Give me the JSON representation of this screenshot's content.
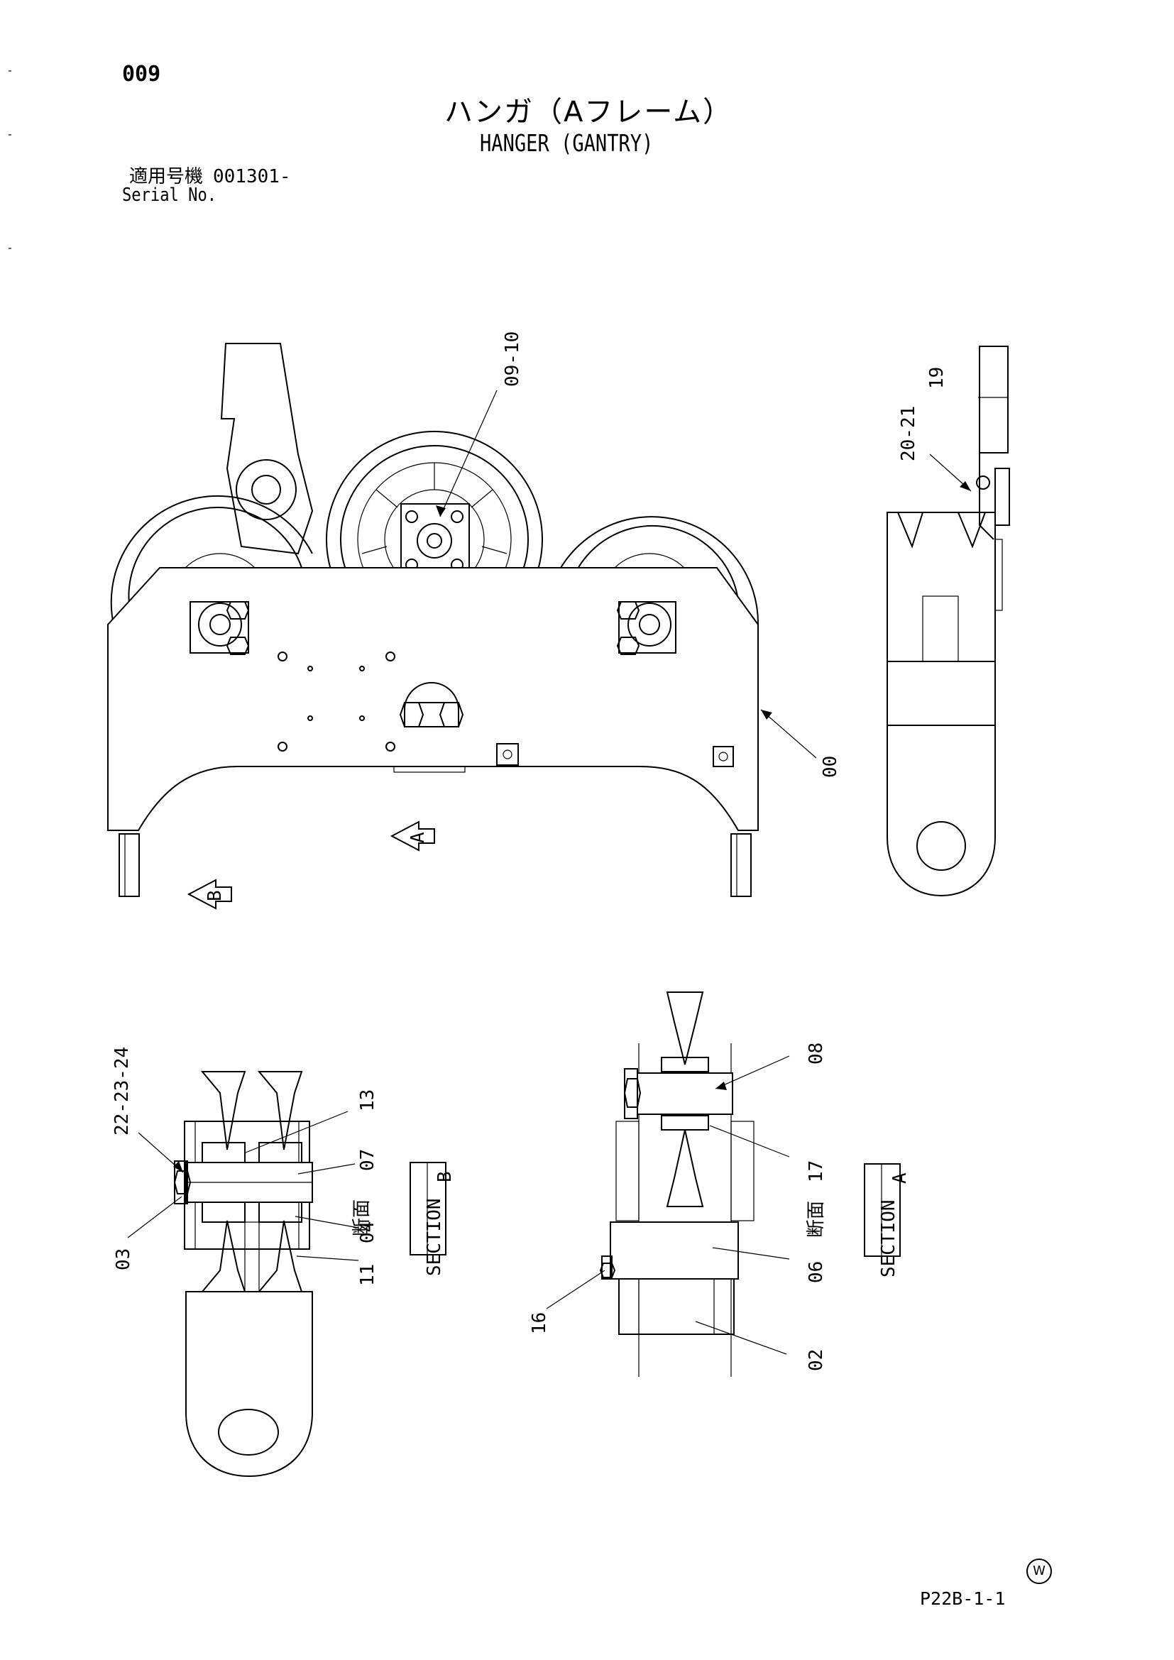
{
  "header": {
    "page_number": "009",
    "title_jp": "ハンガ（Aフレーム）",
    "title_en": "HANGER (GANTRY)",
    "serial_label_jp": "適用号機",
    "serial_value": "001301-",
    "serial_label_en": "Serial No."
  },
  "callouts": {
    "c_09_10": "09-10",
    "c_19": "19",
    "c_20_21": "20-21",
    "c_00": "00",
    "c_22_23_24": "22-23-24",
    "c_13": "13",
    "c_07": "07",
    "c_04": "04",
    "c_11": "11",
    "c_03": "03",
    "c_08": "08",
    "c_17": "17",
    "c_06": "06",
    "c_16": "16",
    "c_02": "02"
  },
  "view_markers": {
    "a": "A",
    "b": "B"
  },
  "section_boxes": {
    "b": {
      "jp": "断面",
      "en": "SECTION",
      "letter": "B"
    },
    "a": {
      "jp": "断面",
      "en": "SECTION",
      "letter": "A"
    }
  },
  "footer": {
    "watermark": "W",
    "page_code": "P22B-1-1"
  }
}
